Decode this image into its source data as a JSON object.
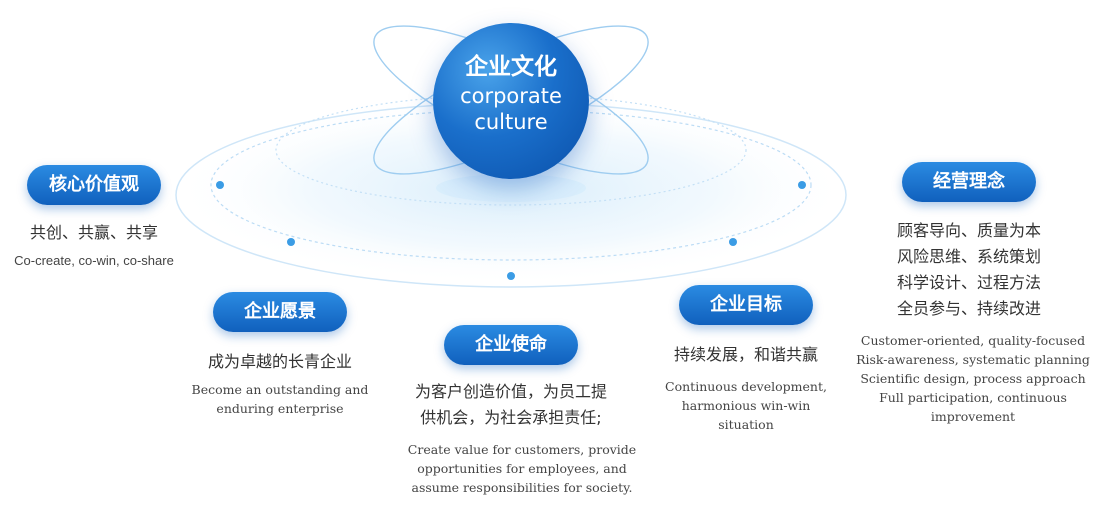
{
  "center": {
    "title_cn": "企业文化",
    "title_en": "corporate culture"
  },
  "core_values": {
    "label": "核心价值观",
    "cn": "共创、共赢、共享",
    "en": "Co-create, co-win, co-share"
  },
  "vision": {
    "label": "企业愿景",
    "cn": "成为卓越的长青企业",
    "en": "Become an outstanding and enduring enterprise"
  },
  "mission": {
    "label": "企业使命",
    "cn_lines": [
      "为客户创造价值，为员工提",
      "供机会，为社会承担责任;"
    ],
    "en": "Create value for customers, provide opportunities for employees, and assume responsibilities for society."
  },
  "goal": {
    "label": "企业目标",
    "cn": "持续发展，和谐共赢",
    "en": "Continuous development, harmonious win-win situation"
  },
  "philosophy": {
    "label": "经营理念",
    "cn_lines": [
      "顾客导向、质量为本",
      "风险思维、系统策划",
      "科学设计、过程方法",
      "全员参与、持续改进"
    ],
    "en_lines": [
      "Customer-oriented, quality-focused",
      "Risk-awareness, systematic planning",
      "Scientific design, process approach",
      "Full participation, continuous improvement"
    ]
  },
  "colors": {
    "primary": "#1a6fcb",
    "orbit_line": "#bcdcf5",
    "dot": "#3b9ce5",
    "glow": "#d6ecfb"
  }
}
